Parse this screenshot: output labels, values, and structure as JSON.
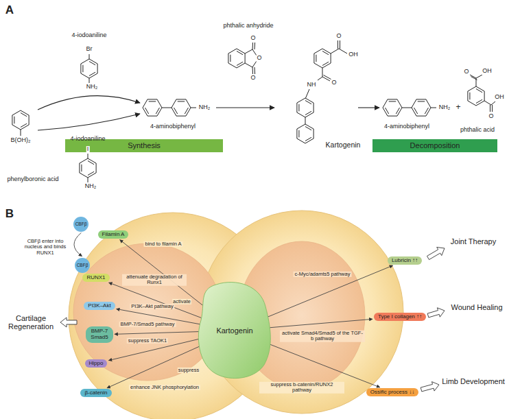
{
  "diagram": {
    "nodes": [
      {
        "text": [
          "Synthesis"
        ]
      },
      {
        "text": [
          "Decomposition"
        ]
      },
      {
        "text": [
          "CBFβ"
        ]
      },
      {
        "text": [
          "Filamin A"
        ]
      },
      {
        "text": [
          "CBFβ"
        ]
      },
      {
        "text": [
          "RUNX1"
        ]
      },
      {
        "text": [
          "PI3K–Akt"
        ]
      },
      {
        "text": [
          "BMP-7 Smad5"
        ]
      },
      {
        "text": [
          "Hippo"
        ]
      },
      {
        "text": [
          "β-catenin"
        ]
      },
      {
        "text": [
          "Kartogenin"
        ]
      },
      {
        "text": [
          "Lubricin ↑↑"
        ]
      },
      {
        "text": [
          "Type I collagen ↑↑"
        ]
      },
      {
        "text": [
          "Ossific process ↓↓"
        ]
      }
    ],
    "edges": [
      {
        "from": 2,
        "to": 4,
        "arrow": "to",
        "label": "CBFβ enter into nucleus and binds RUNX1"
      },
      {
        "from": 10,
        "to": 3,
        "arrow": "to",
        "label": "bind to filamin A"
      },
      {
        "from": 10,
        "to": 5,
        "arrow": "to",
        "label": "attenuate degradation of Runx1"
      },
      {
        "from": 10,
        "to": 6,
        "arrow": "to",
        "label": "PI3K–Akt pathway"
      },
      {
        "from": 10,
        "to": 7,
        "arrow": "to",
        "label": "BMP-7/Smad5 pathway"
      },
      {
        "from": 10,
        "to": 8,
        "arrow": "to",
        "label": "suppress TAOK1"
      },
      {
        "from": 10,
        "to": 9,
        "arrow": "to",
        "label": "enhance JNK phosphorylation"
      },
      {
        "from": 10,
        "to": 11,
        "arrow": "to",
        "label": "c-Myc/adamts5 pathway"
      },
      {
        "from": 10,
        "to": 12,
        "arrow": "to",
        "label": "activate Smad4/Smad5 of the TGF-b pathway"
      },
      {
        "from": 10,
        "to": 13,
        "arrow": "to",
        "label": "suppress b-catenin/RUNX2 pathway"
      }
    ],
    "labels": [
      "A",
      "B",
      "4-iodoaniline",
      "Br",
      "NH₂",
      "phenylboronic acid",
      "B(OH)₂",
      "4-iodoaniline",
      "I",
      "NH₂",
      "4-aminobiphenyl",
      "NH₂",
      "phthalic anhydride",
      "O",
      "O",
      "O",
      "OH",
      "O",
      "O",
      "NH",
      "Kartogenin",
      "4-aminobiphenyl",
      "NH₂",
      "+",
      "OH",
      "O",
      "OH",
      "O",
      "phthalic acid",
      "Cartilage Regeneration",
      "Joint Therapy",
      "Wound Healing",
      "Limb Development",
      "activate",
      "suppress"
    ]
  }
}
